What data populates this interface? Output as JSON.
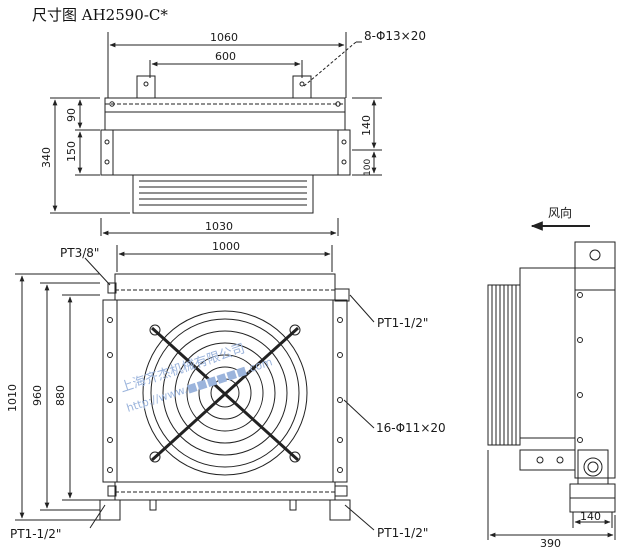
{
  "title": "尺寸图 AH2590-C*",
  "top_view": {
    "dims": {
      "overall_width": "1060",
      "bolt_spacing": "600",
      "height": "340",
      "upper": "90",
      "lower": "150",
      "right_upper": "140",
      "right_lower": "100",
      "base_width": "1030"
    },
    "bolt_holes": "8-Φ13×20"
  },
  "front_view": {
    "dims": {
      "width": "1000",
      "h_outer": "1010",
      "h_mid": "960",
      "h_inner": "880"
    },
    "ports": {
      "top_left": "PT3/8\"",
      "right": "PT1-1/2\"",
      "bottom_left": "PT1-1/2\"",
      "bottom_right": "PT1-1/2\""
    },
    "mount_holes": "16-Φ11×20"
  },
  "side_view": {
    "air_direction": "风向",
    "dims": {
      "depth": "390",
      "foot": "140"
    }
  },
  "watermark": {
    "company": "上海齐杰机械有限公司",
    "url": "http://www.■■■■■■.com"
  }
}
